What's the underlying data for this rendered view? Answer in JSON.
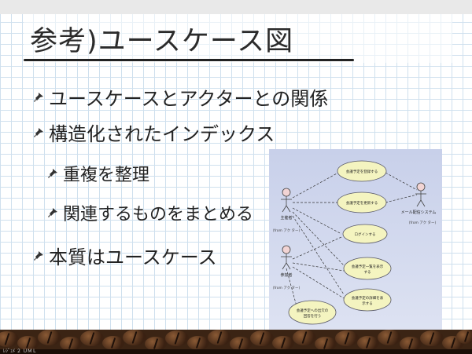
{
  "title": "参考)ユースケース図",
  "bullets": [
    "ユースケースとアクターとの関係",
    "構造化されたインデックス",
    "重複を整理",
    "関連するものをまとめる",
    "本質はユースケース"
  ],
  "diagram": {
    "actors": [
      {
        "name": "主催者",
        "note": "(from アク ター)"
      },
      {
        "name": "参加者",
        "note": "(from アク ター)"
      },
      {
        "name": "メール配信システム",
        "note": "(from アク ター)"
      }
    ],
    "usecases": [
      [
        "会議予定を登録する"
      ],
      [
        "会議予定を更新する"
      ],
      [
        "ログインする"
      ],
      [
        "会議予定一覧を表示",
        "する"
      ],
      [
        "会議予定の詳細を表",
        "示する"
      ],
      [
        "会議予定への出欠の",
        "回答を行う"
      ]
    ]
  },
  "footer_text": "ﾚｼﾞｭﾒ ２ ＵＭＬ"
}
